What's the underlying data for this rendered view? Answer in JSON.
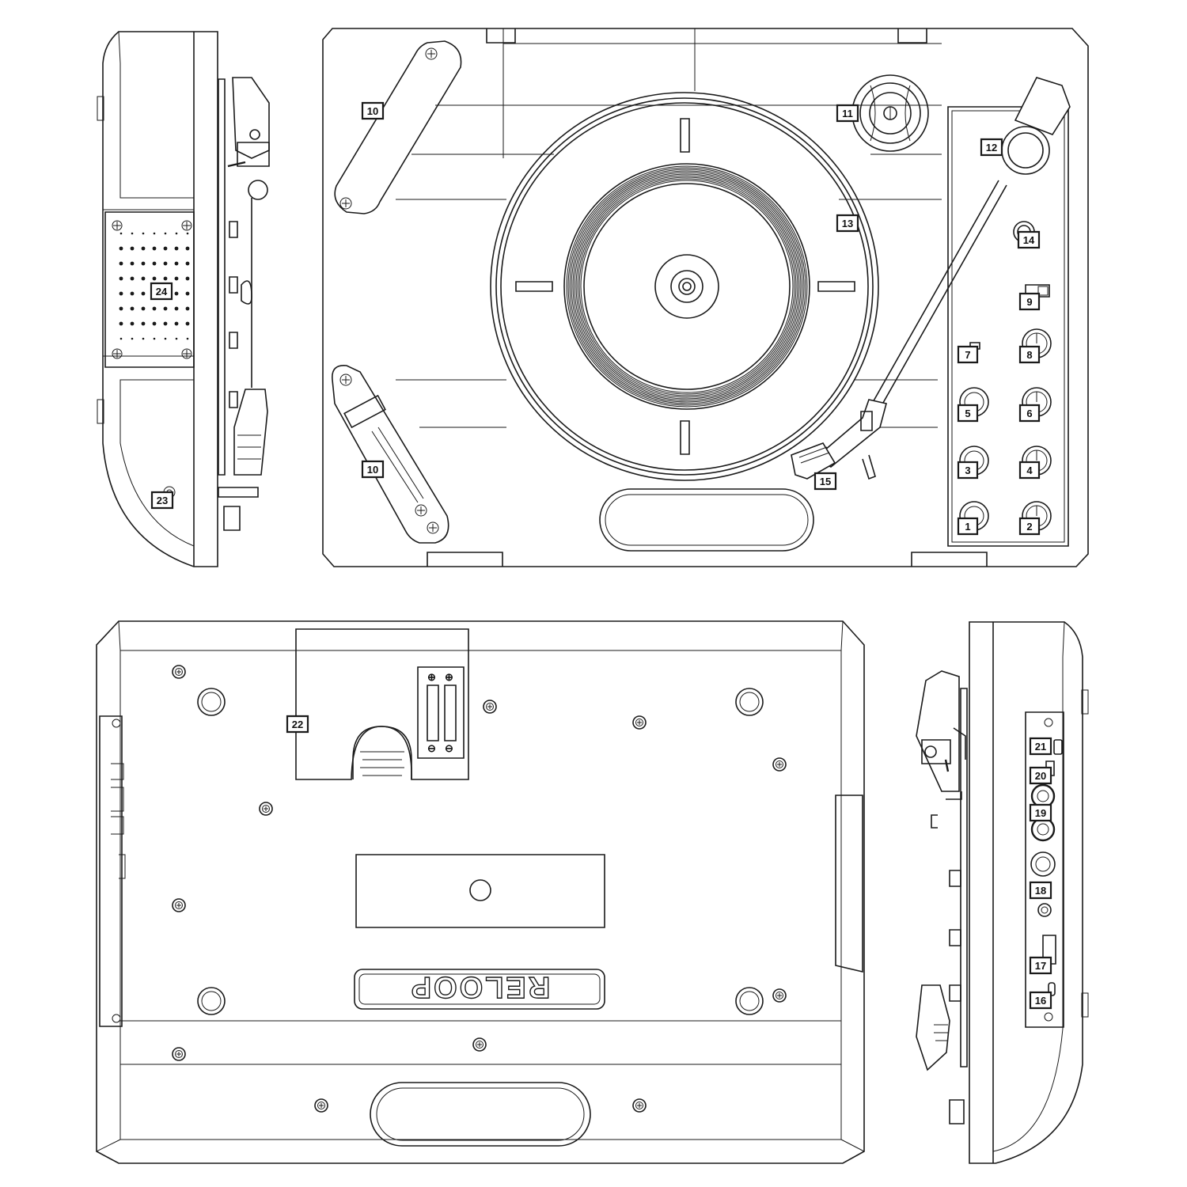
{
  "labels": {
    "l1": "1",
    "l2": "2",
    "l3": "3",
    "l4": "4",
    "l5": "5",
    "l6": "6",
    "l7": "7",
    "l8": "8",
    "l9": "9",
    "l10a": "10",
    "l10b": "10",
    "l11": "11",
    "l12": "12",
    "l13": "13",
    "l14": "14",
    "l15": "15",
    "l16": "16",
    "l17": "17",
    "l18": "18",
    "l19": "19",
    "l20": "20",
    "l21": "21",
    "l22": "22",
    "l23": "23",
    "l24": "24"
  },
  "brand": "RELOOP",
  "battery": {
    "plus": "⊕",
    "minus": "⊖"
  }
}
